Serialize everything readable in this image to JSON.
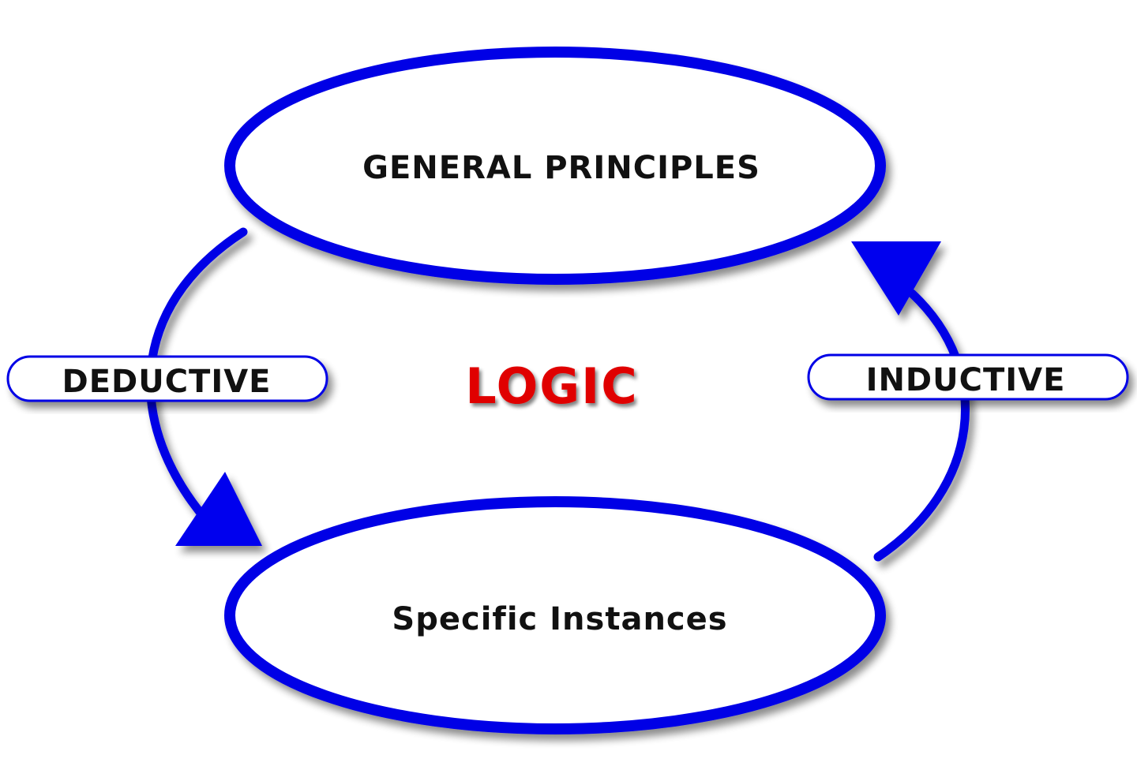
{
  "nodes": {
    "top": {
      "label": "GENERAL PRINCIPLES"
    },
    "bottom": {
      "label": "Specific Instances"
    }
  },
  "arrows": {
    "left": {
      "label": "DEDUCTIVE"
    },
    "right": {
      "label": "INDUCTIVE"
    }
  },
  "center": {
    "label": "LOGIC"
  },
  "colors": {
    "stroke_blue": "#0000e6",
    "arrow_blue": "#0000ee",
    "center_red": "#e00000",
    "text_black": "#111111"
  }
}
